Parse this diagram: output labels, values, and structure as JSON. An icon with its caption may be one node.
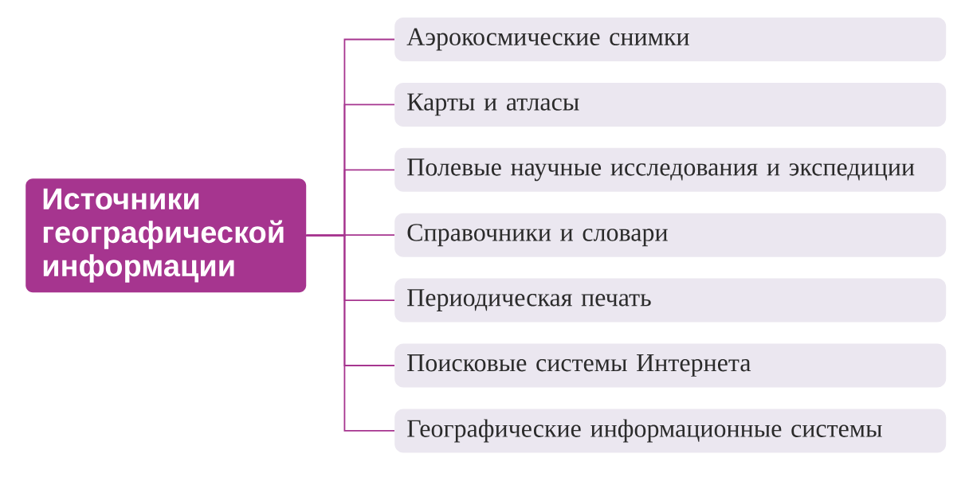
{
  "diagram": {
    "nodes": [
      {
        "text": [
          "Источники географической информации"
        ]
      },
      {
        "text": [
          "Аэрокосмические снимки"
        ]
      },
      {
        "text": [
          "Карты и атласы"
        ]
      },
      {
        "text": [
          "Полевые научные исследования и экспедиции"
        ]
      },
      {
        "text": [
          "Справочники и словари"
        ]
      },
      {
        "text": [
          "Периодическая печать"
        ]
      },
      {
        "text": [
          "Поисковые системы Интернета"
        ]
      },
      {
        "text": [
          "Географические информационные системы"
        ]
      }
    ],
    "edges": [
      {
        "from": 0,
        "to": 1,
        "arrow": "none"
      },
      {
        "from": 0,
        "to": 2,
        "arrow": "none"
      },
      {
        "from": 0,
        "to": 3,
        "arrow": "none"
      },
      {
        "from": 0,
        "to": 4,
        "arrow": "none"
      },
      {
        "from": 0,
        "to": 5,
        "arrow": "none"
      },
      {
        "from": 0,
        "to": 6,
        "arrow": "none"
      },
      {
        "from": 0,
        "to": 7,
        "arrow": "none"
      }
    ]
  }
}
